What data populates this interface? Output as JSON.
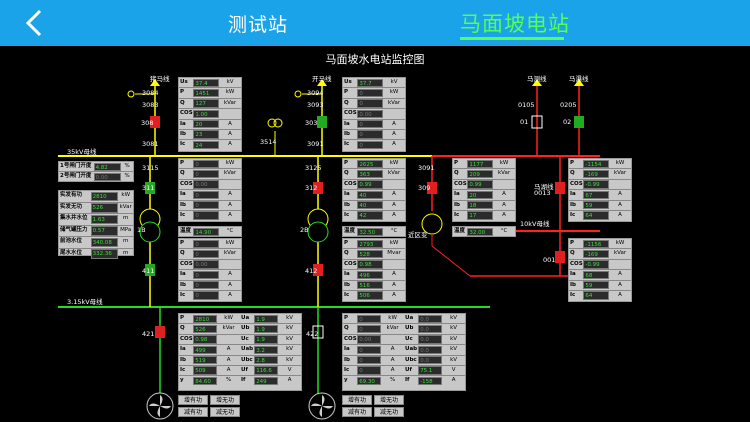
{
  "header": {
    "tab1": "测试站",
    "tab2": "马面坡电站"
  },
  "screen": {
    "title": "马面坡水电站监控图"
  },
  "lines": {
    "zhu": "猪马线",
    "kai": "开马线",
    "ma_ce": "马测线",
    "ma_bao": "马瀑线"
  },
  "switches": {
    "s3084": "3084",
    "s3083": "3083",
    "s3081": "3081",
    "s308": "308",
    "s3094": "3094",
    "s3093": "3093",
    "s3091": "3091",
    "s303": "303",
    "s3514": "3514",
    "s0105": "0105",
    "s0205": "0205",
    "s01": "01",
    "s02": "02",
    "s3115": "3115",
    "s311": "311",
    "s3125": "3125",
    "s312": "312",
    "s3091b": "3091",
    "s309": "309",
    "s0013": "0013",
    "s411": "411",
    "s412": "412",
    "s421": "421",
    "s422": "422",
    "s001": "001",
    "t1b": "1B",
    "t2b": "2B",
    "t_near": "近区变",
    "maSbLabel": "马湖线"
  },
  "buses": {
    "b35": "35kV母线",
    "b10": "10kV母线",
    "b3": "3.15kV母线"
  },
  "status": [
    {
      "name": "1号闸门开度",
      "value": "4.82",
      "unit": "%"
    },
    {
      "name": "2号闸门开度",
      "value": "0.00",
      "unit": "%"
    }
  ],
  "hydro": [
    {
      "name": "实发有功",
      "value": "2810",
      "unit": "kW"
    },
    {
      "name": "实发无功",
      "value": "526",
      "unit": "kVar"
    },
    {
      "name": "集水井水位",
      "value": "1.63",
      "unit": "m"
    },
    {
      "name": "储气罐压力",
      "value": "0.57",
      "unit": "MPa"
    },
    {
      "name": "前池水位",
      "value": "340.08",
      "unit": "m"
    },
    {
      "name": "尾水水位",
      "value": "332.36",
      "unit": "m"
    }
  ],
  "panels": {
    "p308": [
      [
        "Us",
        "37.4",
        "kV"
      ],
      [
        "P",
        "1451",
        "kW"
      ],
      [
        "Q",
        "127",
        "kVar"
      ],
      [
        "COSΦ",
        "1.00",
        ""
      ],
      [
        "Ia",
        "20",
        "A"
      ],
      [
        "Ib",
        "23",
        "A"
      ],
      [
        "Ic",
        "24",
        "A"
      ]
    ],
    "p303": [
      [
        "Us",
        "37.7",
        "kV"
      ],
      [
        "P",
        "0",
        "kW"
      ],
      [
        "Q",
        "0",
        "kVar"
      ],
      [
        "COSΦ",
        "0.00",
        ""
      ],
      [
        "Ia",
        "0",
        "A"
      ],
      [
        "Ib",
        "0",
        "A"
      ],
      [
        "Ic",
        "0",
        "A"
      ]
    ],
    "p311": [
      [
        "P",
        "0",
        "kW"
      ],
      [
        "Q",
        "0",
        "kVar"
      ],
      [
        "COSΦ",
        "0.00",
        ""
      ],
      [
        "Ia",
        "0",
        "A"
      ],
      [
        "Ib",
        "0",
        "A"
      ],
      [
        "Ic",
        "0",
        "A"
      ]
    ],
    "p312": [
      [
        "P",
        "2625",
        "kW"
      ],
      [
        "Q",
        "363",
        "kVar"
      ],
      [
        "COSΦ",
        "0.99",
        ""
      ],
      [
        "Ia",
        "40",
        "A"
      ],
      [
        "Ib",
        "40",
        "A"
      ],
      [
        "Ic",
        "42",
        "A"
      ]
    ],
    "p309": [
      [
        "P",
        "1177",
        "kW"
      ],
      [
        "Q",
        "209",
        "kVar"
      ],
      [
        "COSΦ",
        "0.99",
        ""
      ],
      [
        "Ia",
        "20",
        "A"
      ],
      [
        "Ib",
        "18",
        "A"
      ],
      [
        "Ic",
        "17",
        "A"
      ]
    ],
    "p0013": [
      [
        "P",
        "-1154",
        "kW"
      ],
      [
        "Q",
        "-169",
        "kVar"
      ],
      [
        "COSΦ",
        "-0.99",
        ""
      ],
      [
        "Ia",
        "67",
        "A"
      ],
      [
        "Ib",
        "59",
        "A"
      ],
      [
        "Ic",
        "64",
        "A"
      ]
    ],
    "p001": [
      [
        "P",
        "-1156",
        "kW"
      ],
      [
        "Q",
        "-169",
        "kVar"
      ],
      [
        "COSΦ",
        "-0.99",
        ""
      ],
      [
        "Ia",
        "68",
        "A"
      ],
      [
        "Ib",
        "59",
        "A"
      ],
      [
        "Ic",
        "64",
        "A"
      ]
    ],
    "p411": [
      [
        "P",
        "0",
        "kW"
      ],
      [
        "Q",
        "0",
        "kVar"
      ],
      [
        "COSΦ",
        "0.00",
        ""
      ],
      [
        "Ia",
        "0",
        "A"
      ],
      [
        "Ib",
        "0",
        "A"
      ],
      [
        "Ic",
        "0",
        "A"
      ]
    ],
    "p412": [
      [
        "P",
        "2793",
        "kW"
      ],
      [
        "Q",
        "528",
        "Mvar"
      ],
      [
        "COSΦ",
        "0.98",
        ""
      ],
      [
        "Ia",
        "496",
        "A"
      ],
      [
        "Ib",
        "516",
        "A"
      ],
      [
        "Ic",
        "506",
        "A"
      ]
    ]
  },
  "temps": {
    "t1": {
      "name": "温度",
      "value": "14.90",
      "unit": "°C"
    },
    "t2": {
      "name": "温度",
      "value": "32.50",
      "unit": "°C"
    },
    "t3": {
      "name": "温度",
      "value": "32.00",
      "unit": "°C"
    }
  },
  "gen1": [
    [
      "P",
      "2810",
      "kW",
      "Ua",
      "1.9",
      "kV"
    ],
    [
      "Q",
      "526",
      "kVar",
      "Ub",
      "1.9",
      "kV"
    ],
    [
      "COSΦ",
      "0.98",
      "",
      "Uc",
      "1.9",
      "kV"
    ],
    [
      "Ia",
      "499",
      "A",
      "Uab",
      "3.2",
      "kV"
    ],
    [
      "Ib",
      "519",
      "A",
      "Ubc",
      "2.8",
      "kV"
    ],
    [
      "Ic",
      "509",
      "A",
      "Uf",
      "116.6",
      "V"
    ],
    [
      "y",
      "84.60",
      "%",
      "If",
      "249",
      "A"
    ]
  ],
  "gen2": [
    [
      "P",
      "0",
      "kW",
      "Ua",
      "0.0",
      "kV"
    ],
    [
      "Q",
      "0",
      "kVar",
      "Ub",
      "0.0",
      "kV"
    ],
    [
      "COSΦ",
      "0.00",
      "",
      "Uc",
      "0.0",
      "kV"
    ],
    [
      "Ia",
      "0",
      "A",
      "Uab",
      "0.0",
      "kV"
    ],
    [
      "Ib",
      "0",
      "A",
      "Ubc",
      "0.0",
      "kV"
    ],
    [
      "Ic",
      "0",
      "A",
      "Uf",
      "75.1",
      "V"
    ],
    [
      "y",
      "69.30",
      "%",
      "If",
      "-158",
      "A"
    ]
  ],
  "buttons": {
    "inc_p": "增有功",
    "inc_q": "增无功",
    "dec_p": "减有功",
    "dec_q": "减无功"
  },
  "colors": {
    "header": "#1aa3e8",
    "active_tab": "#55ff55",
    "bus35": "#ffff00",
    "bus10": "#ff2020",
    "bus3": "#22dd22",
    "breaker_closed": "#e02020",
    "breaker_open": "#22aa22"
  }
}
